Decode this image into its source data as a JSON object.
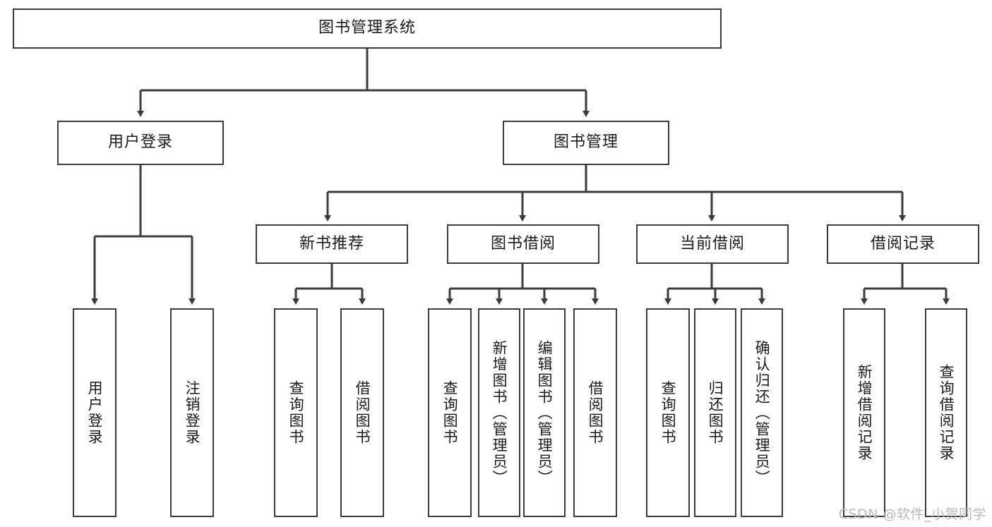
{
  "diagram": {
    "title": "图书管理系统",
    "type": "tree",
    "watermark": "CSDN @软件_小贺同学",
    "colors": {
      "box_border": "#3b3b3b",
      "box_fill": "#ffffff",
      "edge": "#3b3b3b",
      "text": "#1a1a1a",
      "watermark": "#b9b9b9"
    },
    "nodes": {
      "root": {
        "label": "图书管理系统",
        "level": 1,
        "orientation": "horizontal"
      },
      "l2": [
        {
          "id": "user-login",
          "label": "用户登录",
          "level": 2,
          "orientation": "horizontal"
        },
        {
          "id": "book-manage",
          "label": "图书管理",
          "level": 2,
          "orientation": "horizontal"
        }
      ],
      "l3": [
        {
          "id": "new-book-rec",
          "label": "新书推荐",
          "level": 3,
          "orientation": "horizontal"
        },
        {
          "id": "book-borrow",
          "label": "图书借阅",
          "level": 3,
          "orientation": "horizontal"
        },
        {
          "id": "current-borrow",
          "label": "当前借阅",
          "level": 3,
          "orientation": "horizontal"
        },
        {
          "id": "borrow-record",
          "label": "借阅记录",
          "level": 3,
          "orientation": "horizontal"
        }
      ],
      "leaves": [
        {
          "id": "leaf-user-login",
          "label": "用户登录",
          "parent": "user-login",
          "orientation": "vertical"
        },
        {
          "id": "leaf-logout",
          "label": "注销登录",
          "parent": "user-login",
          "orientation": "vertical"
        },
        {
          "id": "leaf-query-book-1",
          "label": "查询图书",
          "parent": "new-book-rec",
          "orientation": "vertical"
        },
        {
          "id": "leaf-borrow-book-1",
          "label": "借阅图书",
          "parent": "new-book-rec",
          "orientation": "vertical"
        },
        {
          "id": "leaf-query-book-2",
          "label": "查询图书",
          "parent": "book-borrow",
          "orientation": "vertical"
        },
        {
          "id": "leaf-add-book",
          "label": "新增图书（管理员）",
          "parent": "book-borrow",
          "orientation": "vertical"
        },
        {
          "id": "leaf-edit-book",
          "label": "编辑图书（管理员）",
          "parent": "book-borrow",
          "orientation": "vertical"
        },
        {
          "id": "leaf-borrow-book-2",
          "label": "借阅图书",
          "parent": "book-borrow",
          "orientation": "vertical"
        },
        {
          "id": "leaf-query-book-3",
          "label": "查询图书",
          "parent": "current-borrow",
          "orientation": "vertical"
        },
        {
          "id": "leaf-return-book",
          "label": "归还图书",
          "parent": "current-borrow",
          "orientation": "vertical"
        },
        {
          "id": "leaf-confirm-return",
          "label": "确认归还（管理员）",
          "parent": "current-borrow",
          "orientation": "vertical"
        },
        {
          "id": "leaf-add-record",
          "label": "新增借阅记录",
          "parent": "borrow-record",
          "orientation": "vertical"
        },
        {
          "id": "leaf-query-record",
          "label": "查询借阅记录",
          "parent": "borrow-record",
          "orientation": "vertical"
        }
      ]
    }
  }
}
